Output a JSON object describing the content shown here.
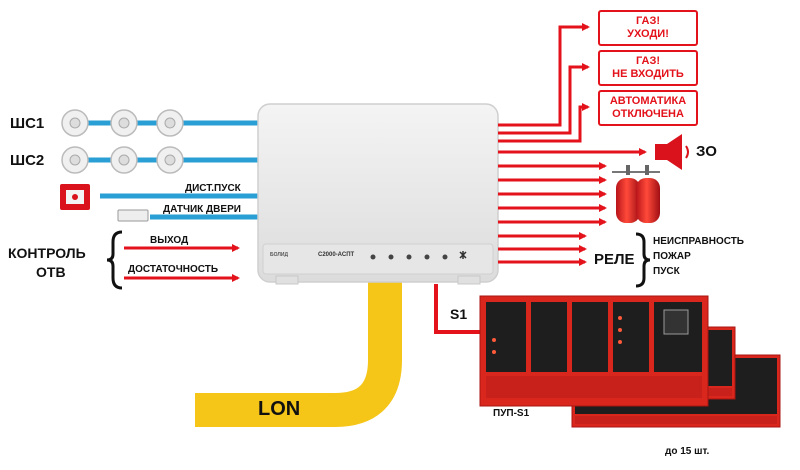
{
  "loops": {
    "shs1": "ШС1",
    "shs2": "ШС2"
  },
  "inputs": {
    "remote_start": "ДИСТ.ПУСК",
    "door_sensor": "ДАТЧИК ДВЕРИ"
  },
  "otv_control": {
    "label_line1": "КОНТРОЛЬ",
    "label_line2": "ОТВ",
    "output": "ВЫХОД",
    "sufficiency": "ДОСТАТОЧНОСТЬ"
  },
  "device": {
    "model": "С2000-АСПТ",
    "brand": "БОЛИД"
  },
  "signal_boxes": [
    {
      "line1": "ГАЗ!",
      "line2": "УХОДИ!"
    },
    {
      "line1": "ГАЗ!",
      "line2": "НЕ ВХОДИТЬ"
    },
    {
      "line1": "АВТОМАТИКА",
      "line2": "ОТКЛЮЧЕНА"
    }
  ],
  "siren_label": "ЗО",
  "relay": {
    "label": "РЕЛЕ",
    "outputs": [
      "НЕИСПРАВНОСТЬ",
      "ПОЖАР",
      "ПУСК"
    ]
  },
  "bus": {
    "lon": "LON",
    "s1": "S1"
  },
  "panel": {
    "name": "ПУП-S1",
    "quantity": "до 15 шт."
  },
  "colors": {
    "red": "#e3121b",
    "blue": "#2a9fd6",
    "yellow": "#f5c518"
  }
}
